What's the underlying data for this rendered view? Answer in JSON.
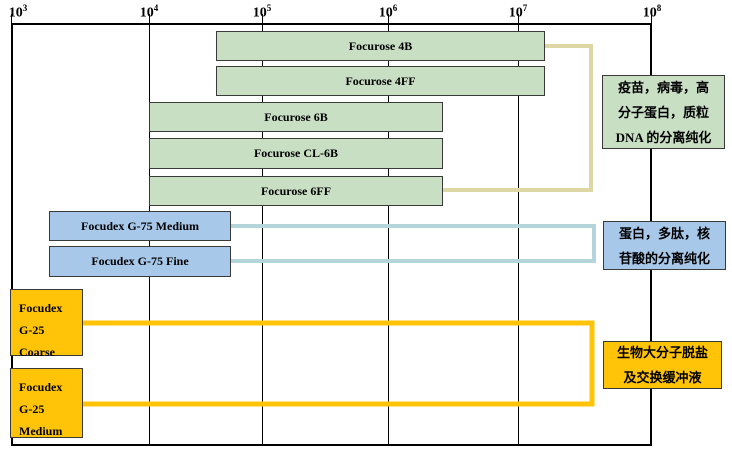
{
  "colors": {
    "green_fill": "#c8dfc4",
    "blue_fill": "#a8c8ea",
    "yellow_fill": "#ffc408",
    "tan_connector": "#ddd7a6",
    "blue_connector": "#b4d6db",
    "yellow_connector": "#ffc408",
    "line_color": "#000000"
  },
  "axis": {
    "ticks": [
      {
        "base": "10",
        "exp": "3"
      },
      {
        "base": "10",
        "exp": "4"
      },
      {
        "base": "10",
        "exp": "5"
      },
      {
        "base": "10",
        "exp": "6"
      },
      {
        "base": "10",
        "exp": "7"
      },
      {
        "base": "10",
        "exp": "8"
      }
    ]
  },
  "bars": [
    {
      "label": "Focurose 4B"
    },
    {
      "label": "Focurose 4FF"
    },
    {
      "label": "Focurose 6B"
    },
    {
      "label": "Focurose CL-6B"
    },
    {
      "label": "Focurose 6FF"
    },
    {
      "label": "Focudex G-75 Medium"
    },
    {
      "label": "Focudex G-75 Fine"
    }
  ],
  "g25_boxes": [
    {
      "lines": [
        "Focudex",
        "G-25",
        "Coarse"
      ]
    },
    {
      "lines": [
        "Focudex",
        "G-25",
        "Medium"
      ]
    }
  ],
  "application_boxes": [
    {
      "lines": [
        "疫苗，病毒，高",
        "分子蛋白，质粒",
        "DNA 的分离纯化"
      ]
    },
    {
      "lines": [
        "蛋白，多肽，核",
        "苷酸的分离纯化"
      ]
    },
    {
      "lines": [
        "生物大分子脱盐",
        "及交换缓冲液"
      ]
    }
  ],
  "chart_data": {
    "type": "bar",
    "subtype": "horizontal-range-bars-log-scale",
    "title": "",
    "xlabel": "",
    "ylabel": "",
    "x_axis": {
      "scale": "log",
      "min": 1000,
      "max": 100000000,
      "tick_labels": [
        "10^3",
        "10^4",
        "10^5",
        "10^6",
        "10^7",
        "10^8"
      ],
      "position": "top"
    },
    "grid": true,
    "series": [
      {
        "name": "Focurose 4B",
        "group": "green",
        "range": [
          40000,
          15000000
        ]
      },
      {
        "name": "Focurose 4FF",
        "group": "green",
        "range": [
          40000,
          15000000
        ]
      },
      {
        "name": "Focurose 6B",
        "group": "green",
        "range": [
          10000,
          2400000
        ]
      },
      {
        "name": "Focurose CL-6B",
        "group": "green",
        "range": [
          10000,
          2400000
        ]
      },
      {
        "name": "Focurose 6FF",
        "group": "green",
        "range": [
          10000,
          2400000
        ]
      },
      {
        "name": "Focudex G-75 Medium",
        "group": "blue",
        "range": [
          2000,
          50000
        ]
      },
      {
        "name": "Focudex G-75 Fine",
        "group": "blue",
        "range": [
          2000,
          50000
        ]
      },
      {
        "name": "Focudex G-25 Coarse",
        "group": "yellow",
        "range": [
          1000,
          3600
        ]
      },
      {
        "name": "Focudex G-25 Medium",
        "group": "yellow",
        "range": [
          1000,
          3600
        ]
      }
    ],
    "annotations": [
      {
        "text": "疫苗，病毒，高分子蛋白，质粒DNA的分离纯化",
        "applies_to": "green group (Focurose)"
      },
      {
        "text": "蛋白，多肽，核苷酸的分离纯化",
        "applies_to": "blue group (Focudex G-75)"
      },
      {
        "text": "生物大分子脱盐及交换缓冲液",
        "applies_to": "yellow group (Focudex G-25)"
      }
    ]
  }
}
